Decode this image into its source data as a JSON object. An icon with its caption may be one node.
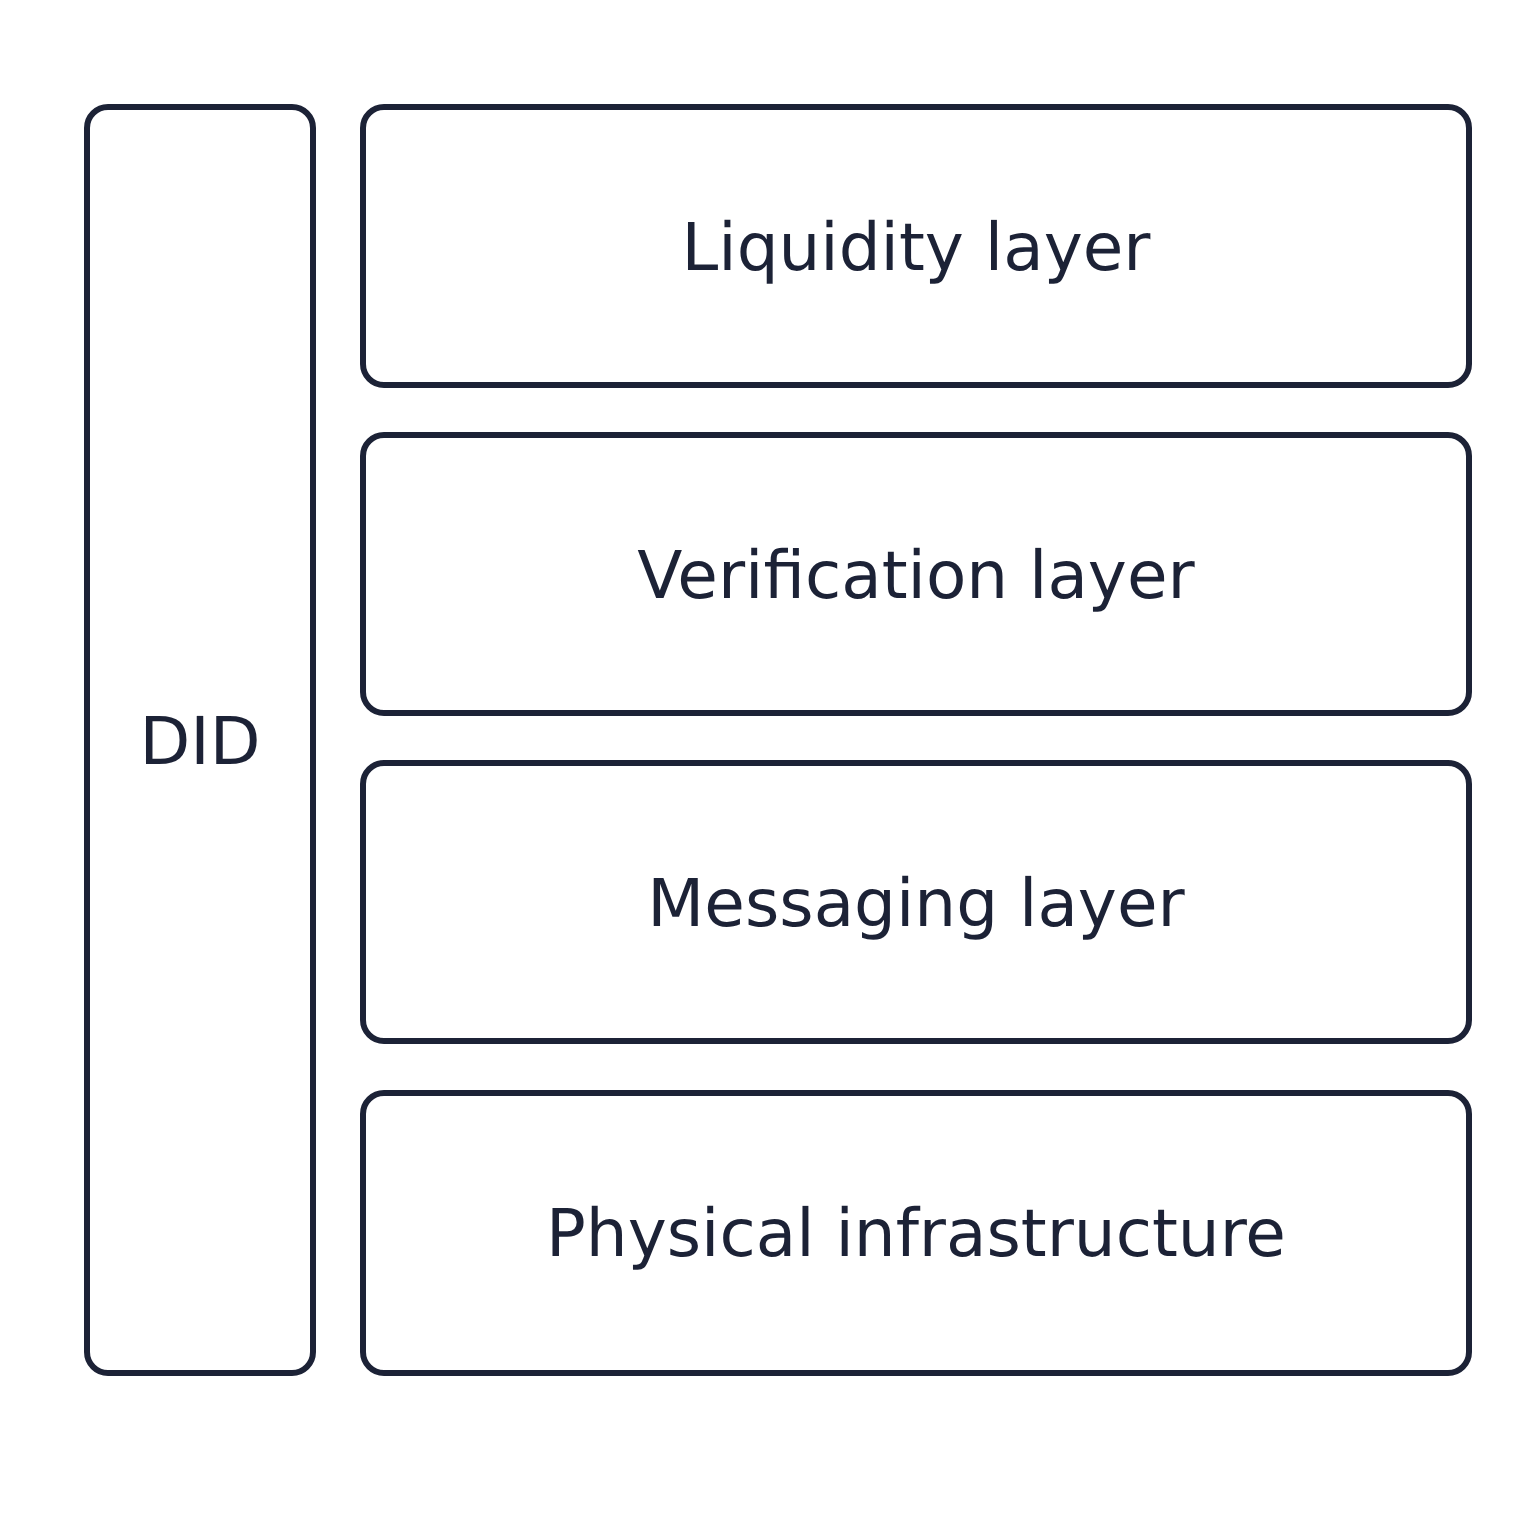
{
  "diagram": {
    "nodes": [
      {
        "text": [
          "DID"
        ]
      },
      {
        "text": [
          "Liquidity layer"
        ]
      },
      {
        "text": [
          "Verification layer"
        ]
      },
      {
        "text": [
          "Messaging layer"
        ]
      },
      {
        "text": [
          "Physical infrastructure"
        ]
      }
    ]
  }
}
